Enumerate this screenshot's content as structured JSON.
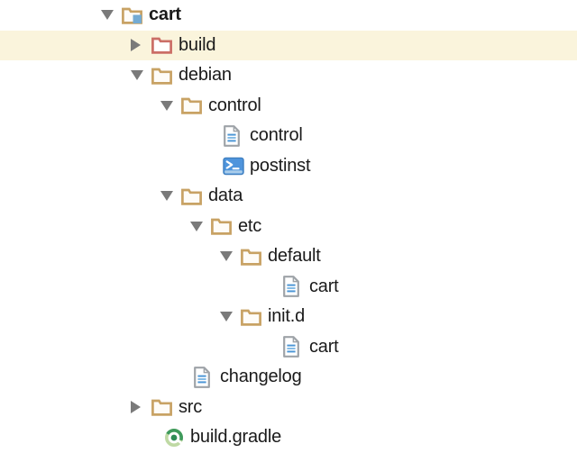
{
  "colors": {
    "background": "#FFFFFF",
    "text": "#1A1A1A",
    "selected_row_background": "#FAF4DC",
    "disclosure_triangle": "#7A7A7A",
    "folder": "#C8A264",
    "folder_fill": "#FEFCF8",
    "excluded_folder": "#CB6E66",
    "project_badge_blue": "#74ABD3",
    "file_border": "#9EA3A8",
    "file_fill": "#FFFFFF",
    "file_line_blue": "#4E97D6",
    "file_line_light_blue": "#85BCE6",
    "terminal_blue": "#4E94DC",
    "terminal_border": "#3F7FBF",
    "terminal_strip": "#A9CCEA",
    "gradle_light_green": "#BFD9A4",
    "gradle_dark_green": "#3E9A5C",
    "gradle_dot_green": "#2E8C55"
  },
  "tree": {
    "rows": [
      {
        "label": "cart",
        "icon": "project-folder-icon",
        "type": "folder",
        "level": 0,
        "state": "expanded",
        "bold": true,
        "selected": false
      },
      {
        "label": "build",
        "icon": "excluded-folder-icon",
        "type": "folder",
        "level": 1,
        "state": "collapsed",
        "bold": false,
        "selected": true
      },
      {
        "label": "debian",
        "icon": "folder-icon",
        "type": "folder",
        "level": 1,
        "state": "expanded",
        "bold": false,
        "selected": false
      },
      {
        "label": "control",
        "icon": "folder-icon",
        "type": "folder",
        "level": 2,
        "state": "expanded",
        "bold": false,
        "selected": false
      },
      {
        "label": "control",
        "icon": "text-file-icon",
        "type": "file",
        "level": 3,
        "state": "none",
        "bold": false,
        "selected": false
      },
      {
        "label": "postinst",
        "icon": "shell-script-icon",
        "type": "file",
        "level": 3,
        "state": "none",
        "bold": false,
        "selected": false
      },
      {
        "label": "data",
        "icon": "folder-icon",
        "type": "folder",
        "level": 2,
        "state": "expanded",
        "bold": false,
        "selected": false
      },
      {
        "label": "etc",
        "icon": "folder-icon",
        "type": "folder",
        "level": 3,
        "state": "expanded",
        "bold": false,
        "selected": false
      },
      {
        "label": "default",
        "icon": "folder-icon",
        "type": "folder",
        "level": 4,
        "state": "expanded",
        "bold": false,
        "selected": false
      },
      {
        "label": "cart",
        "icon": "text-file-icon",
        "type": "file",
        "level": 5,
        "state": "none",
        "bold": false,
        "selected": false
      },
      {
        "label": "init.d",
        "icon": "folder-icon",
        "type": "folder",
        "level": 4,
        "state": "expanded",
        "bold": false,
        "selected": false
      },
      {
        "label": "cart",
        "icon": "text-file-icon",
        "type": "file",
        "level": 5,
        "state": "none",
        "bold": false,
        "selected": false
      },
      {
        "label": "changelog",
        "icon": "text-file-icon",
        "type": "file",
        "level": 2,
        "state": "none",
        "bold": false,
        "selected": false
      },
      {
        "label": "src",
        "icon": "folder-icon",
        "type": "folder",
        "level": 1,
        "state": "collapsed",
        "bold": false,
        "selected": false
      },
      {
        "label": "build.gradle",
        "icon": "gradle-file-icon",
        "type": "file",
        "level": 1,
        "state": "none",
        "bold": false,
        "selected": false
      }
    ]
  }
}
